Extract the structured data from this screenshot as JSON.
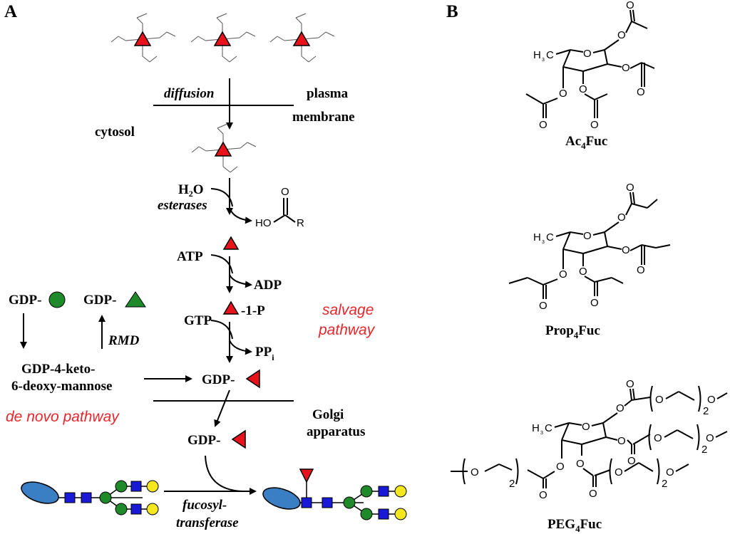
{
  "panels": {
    "a": "A",
    "b": "B"
  },
  "left": {
    "diffusion": "diffusion",
    "plasma": "plasma",
    "membrane": "membrane",
    "cytosol": "cytosol",
    "h2o_h": "H",
    "h2o_sub": "2",
    "h2o_o": "O",
    "esterases": "esterases",
    "ho": "HO",
    "r": "R",
    "o": "O",
    "atp": "ATP",
    "adp": "ADP",
    "gtp": "GTP",
    "p1": "-1-P",
    "ppi": "PP",
    "ppi_sub": "i",
    "gdp_dash": "GDP-",
    "rmd": "RMD",
    "keto1": "GDP-4-keto-",
    "keto2": "6-deoxy-mannose",
    "salvage1": "salvage",
    "salvage2": "pathway",
    "denovo": "de novo pathway",
    "golgi1": "Golgi",
    "golgi2": "apparatus",
    "fucosyl1": "fucosyl-",
    "fucosyl2": "transferase"
  },
  "right": {
    "h3c": "H",
    "h3c_sub": "3",
    "h3c_c": "C",
    "o": "O",
    "ac4_pre": "Ac",
    "ac4_sub": "4",
    "ac4_post": "Fuc",
    "prop_pre": "Prop",
    "prop_sub": "4",
    "prop_post": "Fuc",
    "peg_pre": "PEG",
    "peg_sub": "4",
    "peg_post": "Fuc",
    "two": "2"
  },
  "colors": {
    "fucose_red": "#e8131a",
    "mannose_green": "#1e8a2a",
    "glcnac_blue": "#1a1ad6",
    "galactose_yellow": "#f4e81c",
    "protein_blue": "#3a7fc4",
    "pathway_red": "#e8262b"
  }
}
